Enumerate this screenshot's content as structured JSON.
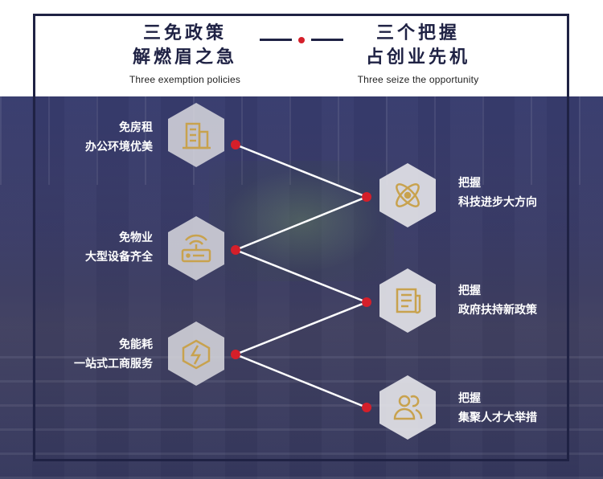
{
  "header": {
    "left": {
      "line1": "三免政策",
      "line2": "解燃眉之急",
      "subtitle": "Three exemption policies"
    },
    "right": {
      "line1": "三个把握",
      "line2": "占创业先机",
      "subtitle": "Three seize the opportunity"
    }
  },
  "exemptions": [
    {
      "line1": "免房租",
      "line2": "办公环境优美",
      "icon": "building-icon"
    },
    {
      "line1": "免物业",
      "line2": "大型设备齐全",
      "icon": "router-icon"
    },
    {
      "line1": "免能耗",
      "line2": "一站式工商服务",
      "icon": "energy-bolt-icon"
    }
  ],
  "opportunities": [
    {
      "line1": "把握",
      "line2": "科技进步大方向",
      "icon": "atom-icon"
    },
    {
      "line1": "把握",
      "line2": "政府扶持新政策",
      "icon": "document-icon"
    },
    {
      "line1": "把握",
      "line2": "集聚人才大举措",
      "icon": "people-icon"
    }
  ],
  "colors": {
    "navy": "#1f2244",
    "red": "#d51f2a",
    "hex_left": "#d9d9df",
    "hex_right": "#e6e6ea",
    "icon": "#c8a24e"
  }
}
